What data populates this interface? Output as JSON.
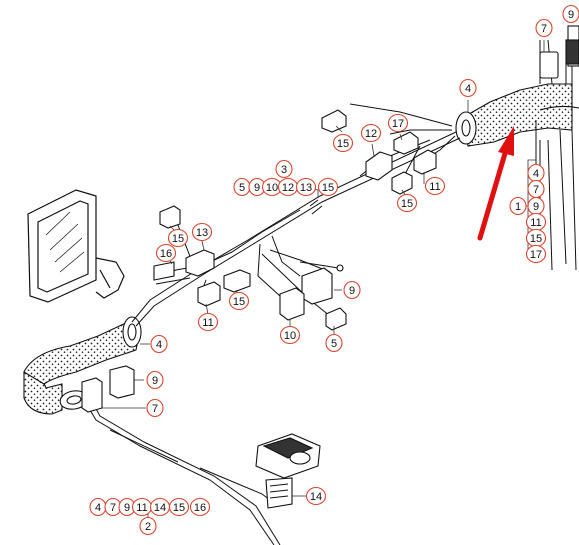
{
  "diagram": {
    "labels": [
      {
        "id": "l9-top",
        "text": "9"
      },
      {
        "id": "l7-top",
        "text": "7"
      },
      {
        "id": "l4-top",
        "text": "4"
      },
      {
        "id": "l17-top",
        "text": "17"
      },
      {
        "id": "l12",
        "text": "12"
      },
      {
        "id": "l15-a",
        "text": "15"
      },
      {
        "id": "l11-a",
        "text": "11"
      },
      {
        "id": "l15-b",
        "text": "15"
      },
      {
        "id": "l3",
        "text": "3"
      },
      {
        "id": "g3-5",
        "text": "5"
      },
      {
        "id": "g3-9",
        "text": "9"
      },
      {
        "id": "g3-10",
        "text": "10"
      },
      {
        "id": "g3-12",
        "text": "12"
      },
      {
        "id": "g3-13",
        "text": "13"
      },
      {
        "id": "g3-15",
        "text": "15"
      },
      {
        "id": "l15-c",
        "text": "15"
      },
      {
        "id": "l13",
        "text": "13"
      },
      {
        "id": "l16",
        "text": "16"
      },
      {
        "id": "l15-d",
        "text": "15"
      },
      {
        "id": "l11-b",
        "text": "11"
      },
      {
        "id": "l9-mid",
        "text": "9"
      },
      {
        "id": "l10",
        "text": "10"
      },
      {
        "id": "l5",
        "text": "5"
      },
      {
        "id": "l4-mid",
        "text": "4"
      },
      {
        "id": "l9-low",
        "text": "9"
      },
      {
        "id": "l7-low",
        "text": "7"
      },
      {
        "id": "l14",
        "text": "14"
      },
      {
        "id": "l2",
        "text": "2"
      },
      {
        "id": "g2-4",
        "text": "4"
      },
      {
        "id": "g2-7",
        "text": "7"
      },
      {
        "id": "g2-9",
        "text": "9"
      },
      {
        "id": "g2-11",
        "text": "11"
      },
      {
        "id": "g2-14",
        "text": "14"
      },
      {
        "id": "g2-15",
        "text": "15"
      },
      {
        "id": "g2-16",
        "text": "16"
      },
      {
        "id": "l1",
        "text": "1"
      },
      {
        "id": "g1-4",
        "text": "4"
      },
      {
        "id": "g1-7",
        "text": "7"
      },
      {
        "id": "g1-9",
        "text": "9"
      },
      {
        "id": "g1-11",
        "text": "11"
      },
      {
        "id": "g1-15",
        "text": "15"
      },
      {
        "id": "g1-17",
        "text": "17"
      }
    ]
  },
  "colors": {
    "label_ring": "#d9442b",
    "arrow": "#e01010",
    "line": "#111111"
  }
}
